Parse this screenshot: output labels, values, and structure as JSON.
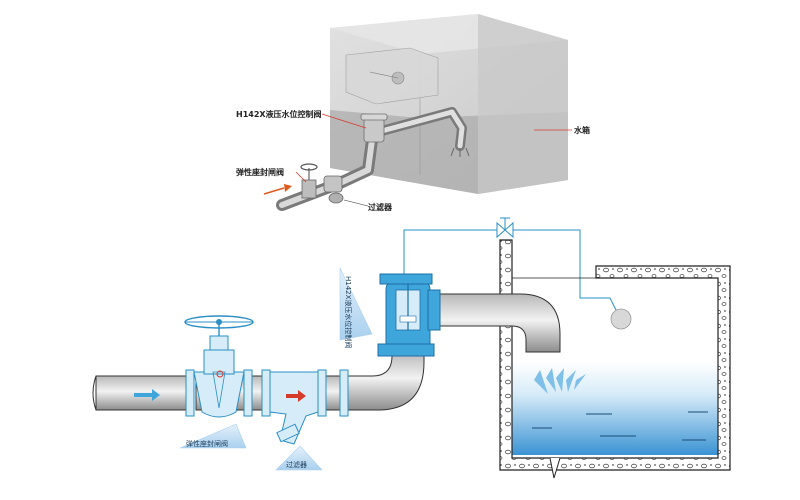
{
  "top_diagram": {
    "valve_label": "H142X液压水位控制阀",
    "gate_valve_label": "弹性座封闸阀",
    "filter_label": "过滤器",
    "tank_label": "水箱"
  },
  "bottom_diagram": {
    "valve_label": "H142X液压水位控制阀",
    "gate_valve_label": "弹性座封闸阀",
    "filter_label": "过滤器"
  }
}
